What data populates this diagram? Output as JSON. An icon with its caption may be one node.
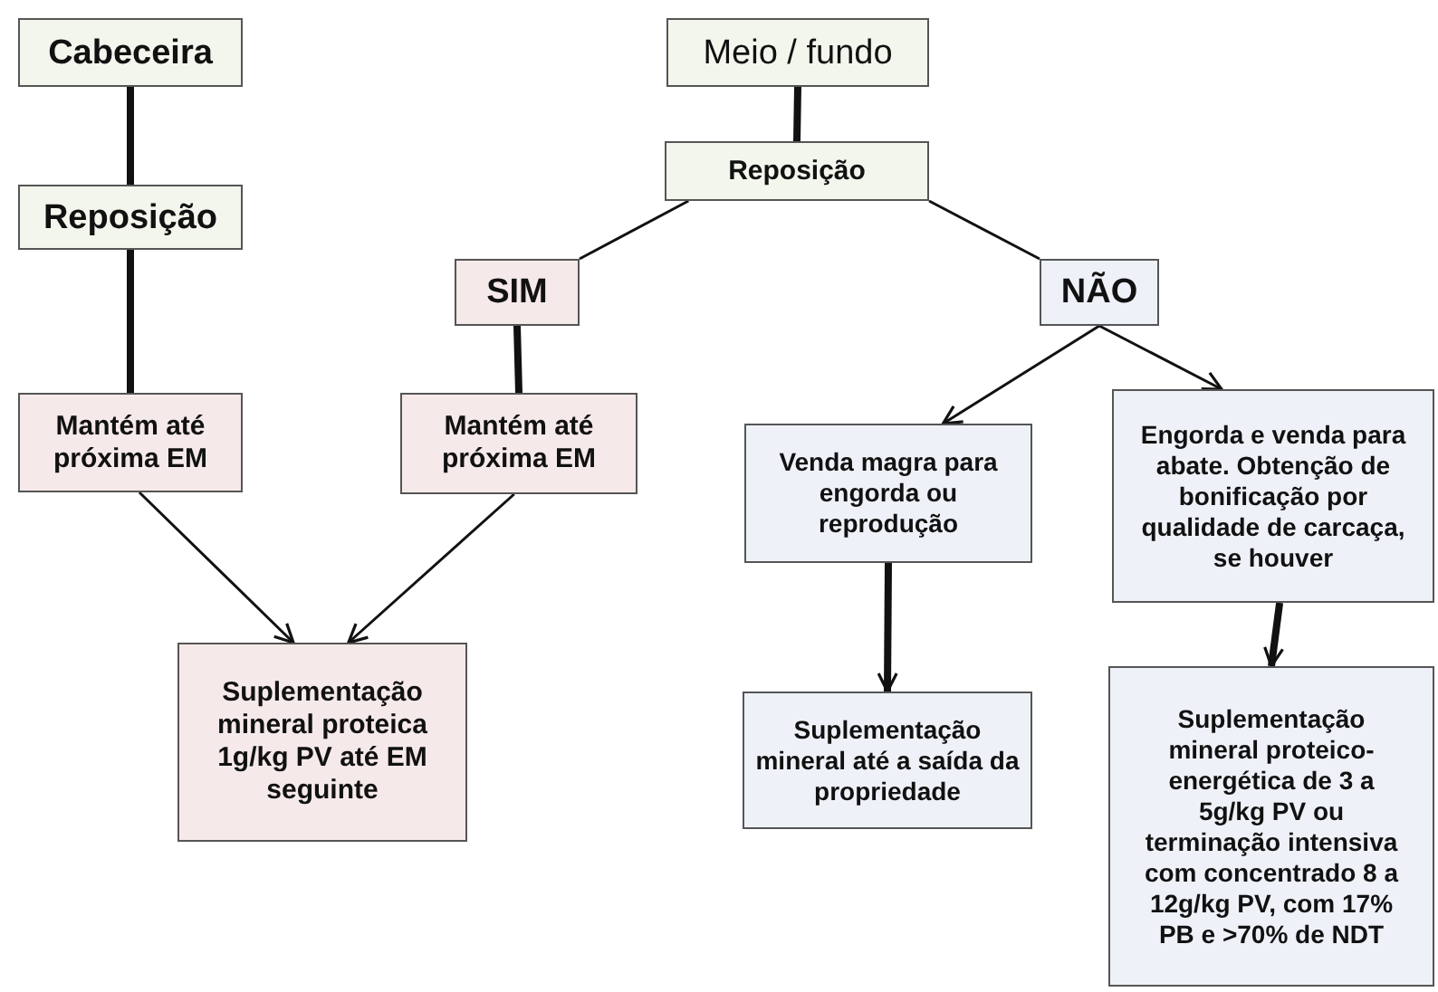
{
  "diagram": {
    "nodes": [
      {
        "text": [
          "Cabeceira"
        ]
      },
      {
        "text": [
          "Reposição"
        ]
      },
      {
        "text": [
          "Mantém até próxima EM"
        ]
      },
      {
        "text": [
          "Meio / fundo"
        ]
      },
      {
        "text": [
          "Reposição"
        ]
      },
      {
        "text": [
          "SIM"
        ]
      },
      {
        "text": [
          "Mantém até próxima EM"
        ]
      },
      {
        "text": [
          "NÃO"
        ]
      },
      {
        "text": [
          "Suplementação mineral proteica 1g/kg PV até EM seguinte"
        ]
      },
      {
        "text": [
          "Venda magra para engorda ou reprodução"
        ]
      },
      {
        "text": [
          "Engorda e venda para abate. Obtenção de bonificação por qualidade de carcaça, se houver"
        ]
      },
      {
        "text": [
          "Suplementação mineral até a saída da propriedade"
        ]
      },
      {
        "text": [
          "Suplementação mineral proteico-energética de 3 a 5g/kg PV ou terminação intensiva com concentrado 8 a 12g/kg PV, com 17% PB e >70% de NDT"
        ]
      }
    ],
    "edges": [
      {
        "from": 0,
        "to": 1,
        "arrow": "none",
        "style": "thick"
      },
      {
        "from": 1,
        "to": 2,
        "arrow": "none",
        "style": "thick"
      },
      {
        "from": 3,
        "to": 4,
        "arrow": "none",
        "style": "thick"
      },
      {
        "from": 4,
        "to": 5,
        "arrow": "none"
      },
      {
        "from": 4,
        "to": 7,
        "arrow": "none"
      },
      {
        "from": 5,
        "to": 6,
        "arrow": "none",
        "style": "thick"
      },
      {
        "from": 2,
        "to": 8,
        "arrow": "to"
      },
      {
        "from": 6,
        "to": 8,
        "arrow": "to"
      },
      {
        "from": 7,
        "to": 9,
        "arrow": "to"
      },
      {
        "from": 7,
        "to": 10,
        "arrow": "to"
      },
      {
        "from": 9,
        "to": 11,
        "arrow": "to",
        "style": "thick"
      },
      {
        "from": 10,
        "to": 12,
        "arrow": "to",
        "style": "thick"
      }
    ]
  }
}
